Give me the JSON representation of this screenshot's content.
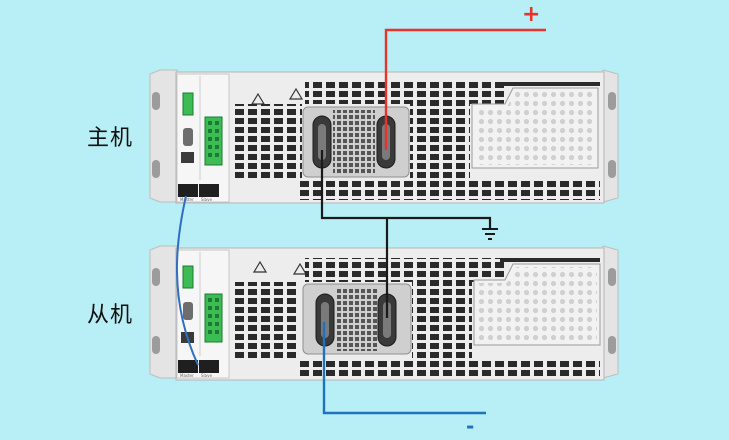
{
  "labels": {
    "master": "主机",
    "slave": "从机"
  },
  "terminals": {
    "positive": "+",
    "negative": "-"
  },
  "connector_labels": {
    "master": "Master",
    "slave": "Slave"
  },
  "colors": {
    "background": "#b8eef6",
    "positive_wire": "#e8332a",
    "negative_wire": "#1e73be",
    "link_wire": "#1a1a1a",
    "sense_cable": "#2f6fc0",
    "chassis": "#ededed",
    "connector_green": "#3dbb55"
  },
  "icons": [
    "ground-icon",
    "warning-triangle-icon"
  ]
}
